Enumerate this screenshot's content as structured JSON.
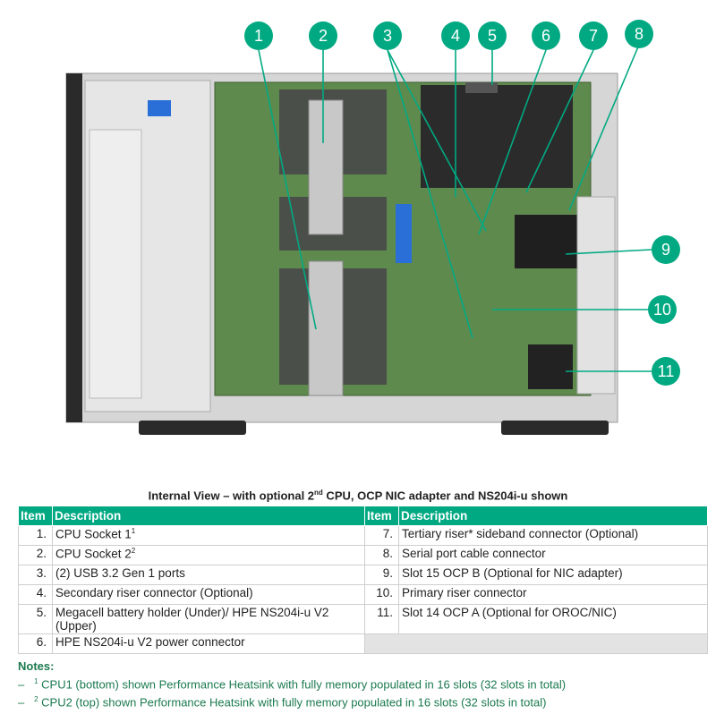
{
  "caption": {
    "text": "Internal View – with optional 2",
    "sup": "nd",
    "rest": " CPU, OCP NIC adapter and NS204i-u shown"
  },
  "callouts": [
    "1",
    "2",
    "3",
    "4",
    "5",
    "6",
    "7",
    "8",
    "9",
    "10",
    "11"
  ],
  "headers": {
    "item": "Item",
    "description": "Description"
  },
  "rows_left": [
    {
      "item": "1.",
      "desc": "CPU Socket 1",
      "sup": "1"
    },
    {
      "item": "2.",
      "desc": "CPU Socket 2",
      "sup": "2"
    },
    {
      "item": "3.",
      "desc": "(2) USB 3.2 Gen 1 ports",
      "sup": ""
    },
    {
      "item": "4.",
      "desc": "Secondary riser connector (Optional)",
      "sup": ""
    },
    {
      "item": "5.",
      "desc": "Megacell battery holder (Under)/ HPE NS204i-u V2 (Upper)",
      "sup": ""
    },
    {
      "item": "6.",
      "desc": "HPE NS204i-u V2 power connector",
      "sup": ""
    }
  ],
  "rows_right": [
    {
      "item": "7.",
      "desc": "Tertiary riser* sideband connector (Optional)"
    },
    {
      "item": "8.",
      "desc": "Serial port cable connector"
    },
    {
      "item": "9.",
      "desc": "Slot 15 OCP B (Optional for NIC adapter)"
    },
    {
      "item": "10.",
      "desc": "Primary riser connector"
    },
    {
      "item": "11.",
      "desc": "Slot 14 OCP A (Optional for OROC/NIC)"
    }
  ],
  "notes": {
    "title": "Notes:",
    "items": [
      {
        "dash": "–",
        "sup": "1",
        "text": " CPU1 (bottom) shown Performance Heatsink with fully memory populated in 16 slots (32 slots in total)"
      },
      {
        "dash": "–",
        "sup": "2",
        "text": " CPU2 (top) shown Performance Heatsink with fully memory populated in 16 slots (32 slots in total)"
      }
    ]
  },
  "colors": {
    "accent": "#01a982",
    "board": "#5f8a4e",
    "chassis": "#cfcfcf",
    "note_text": "#1b7a4f"
  }
}
